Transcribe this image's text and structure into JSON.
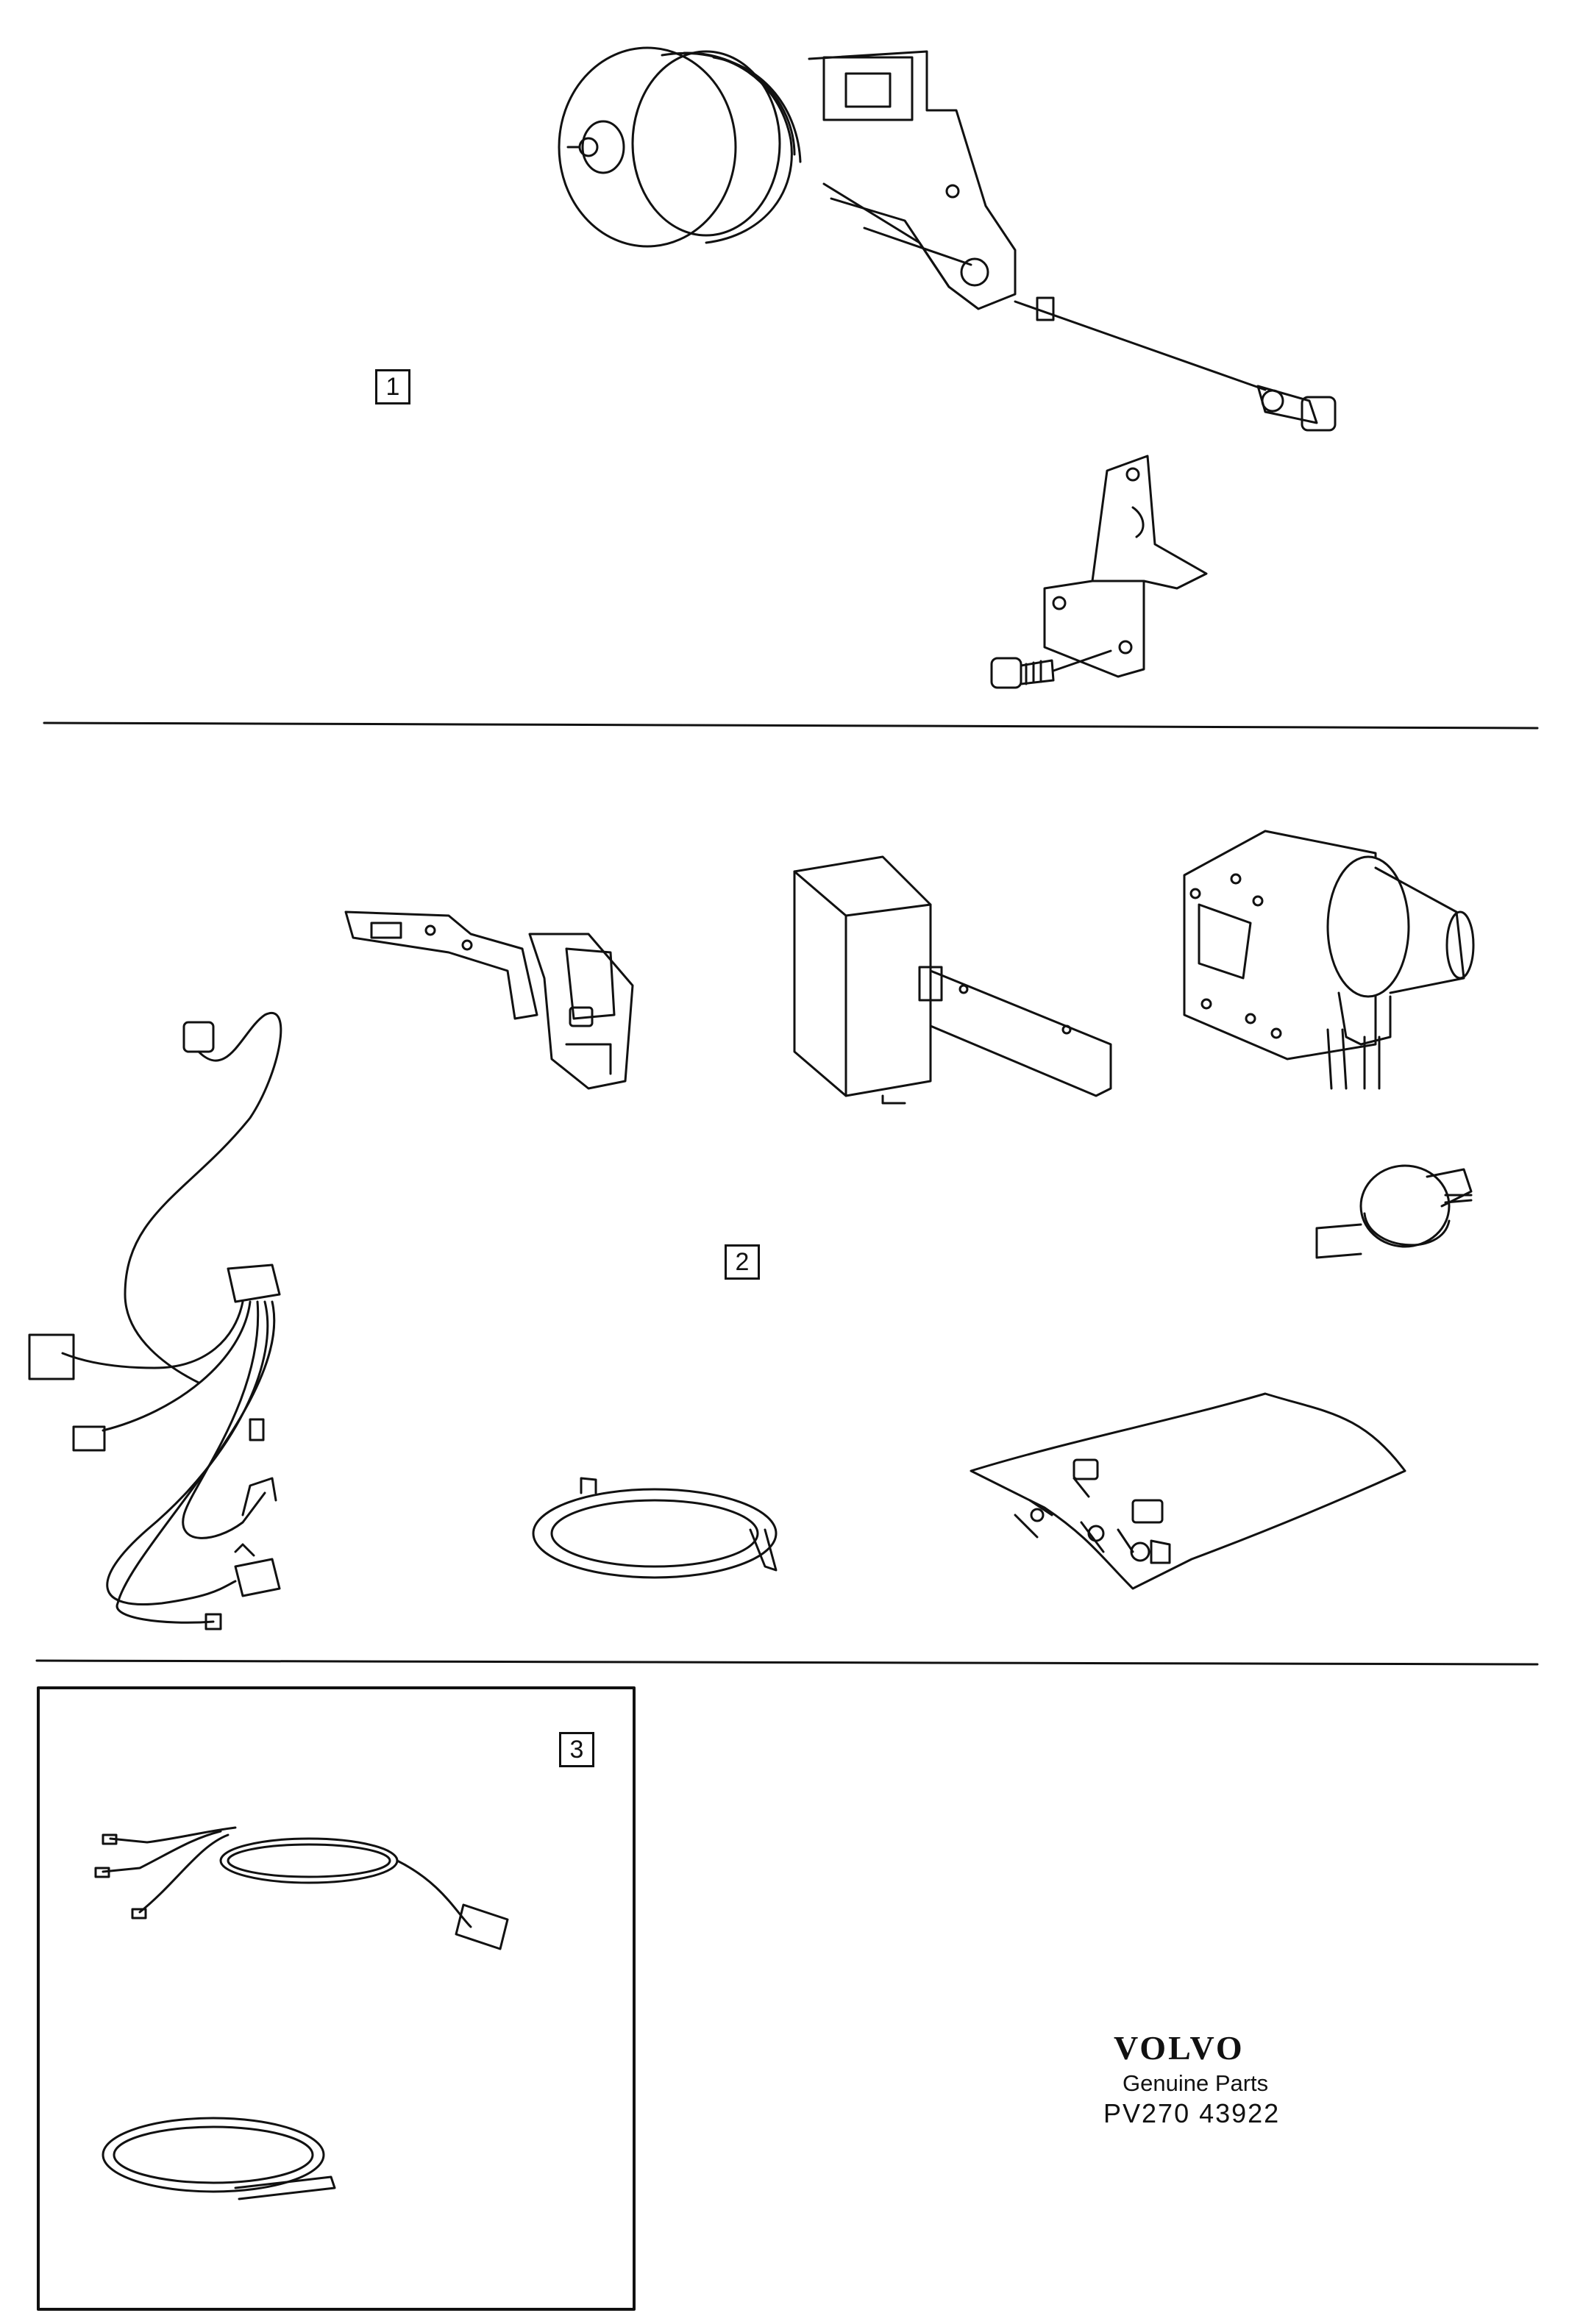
{
  "diagram": {
    "sections": [
      {
        "callout": "1"
      },
      {
        "callout": "2"
      },
      {
        "callout": "3"
      }
    ],
    "brand": {
      "logo": "VOLVO",
      "tagline": "Genuine Parts",
      "code": "PV270 43922"
    },
    "colors": {
      "line": "#111111",
      "paper": "#ffffff"
    }
  }
}
